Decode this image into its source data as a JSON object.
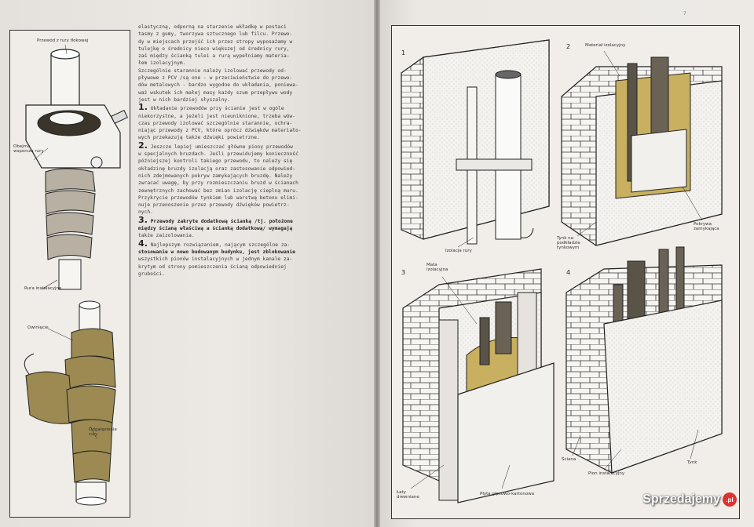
{
  "left_figure": {
    "labels": {
      "top": "Przewód z rury tłokowej",
      "clamp": "Obejma wsporcza rury",
      "pipe": "Rura instalacyjna",
      "insulation": "Owinięcie",
      "bottom": "Odgałęzienie rury"
    }
  },
  "text": {
    "intro": [
      "elastyczną, odporną na starzenie wkładkę w postaci",
      "tasmy z gumy, tworzywa sztucznego lub filcu. Przewo-",
      "dy w miejscach przejść ich przez stropy wyposażamy w",
      "tulejkę o średnicy nieco większej od średnicy rury,",
      "zaś między ścianką tulei a rurą wypełniamy materia-",
      "łem izolacyjnym.",
      "Szczególnie starannie należy izolować przewody od-",
      "pływowe z PCV /są one - w przeciwieństwie do przewo-",
      "dów metalowych - bardzo wygodne do układania, poniewa-",
      "waż wskutek ich małej masy każdy szum przepływu wody",
      "jest w nich bardziej słyszalny."
    ],
    "items": [
      {
        "num": "1.",
        "lines": [
          "Układanie przewodów przy ścianie jest w ogóle",
          "niekorzystne, a jeżeli jest nieuniknione, trzeba wów-",
          "czas przewody izolować szczególnie starannie, ochra-",
          "niając przewody z PCV, które oprócz dźwięków materiało-",
          "wych przekazują także dźwięki powietrzne."
        ]
      },
      {
        "num": "2.",
        "lines": [
          "Jeszcze lepiej umieszczać główne piony przewodów",
          "w specjalnych bruzdach. Jeśli przewidujemy konieczność",
          "późniejszej kontroli takiego przewodu, to należy się",
          "okładzinę bruzdy izolacją oraz zastosowanie odpowied-",
          "nich zdejmowanych pokryw zamykających bruzdę. Należy",
          "zwracać uwagę, by przy rozmieszczaniu bruzd w ścianach",
          "zewnętrznych zachować bez zmian izolację cieplną muru.",
          "Przykrycie przewodów tynkiem lub warstwą betonu elimi-",
          "nuje przenoszenie przez przewody dźwięków powietrz-",
          "nych."
        ]
      },
      {
        "num": "3.",
        "lines": [
          "Przewody zakryte dodatkową ścianką /tj. położone",
          "między ścianą właściwą a ścianką dodatkową/ wymagają",
          "także zaizolowania."
        ]
      },
      {
        "num": "4.",
        "lines": [
          "Najlepszym rozwiązaniem, nającym szczególne za-",
          "stosowanie w nowo budowanym budynku, jest zblokowanie",
          "wszystkich pionów instalacyjnych w jednym kanale za-",
          "krytym od strony pomieszczenia ścianą odpowiedniej",
          "grubości."
        ]
      }
    ]
  },
  "right_figure": {
    "page_number": "7",
    "quadrants": [
      "1",
      "2",
      "3",
      "4"
    ],
    "labels": {
      "q1_bottom": "Izolacja rury",
      "q2_top": "Materiał izolacyjny",
      "q2_plaster": "Tynk na podkładzie tynkowym",
      "q2_cover": "Pokrywa zamykająca",
      "q3_top": "Mata izolacyjna",
      "q3_battens": "Łaty drewniane",
      "q3_board": "Płyta gipsowo-kartonowa",
      "q4_wall": "Ściana",
      "q4_riser": "Pion instalacyjny",
      "q4_plaster": "Tynk"
    }
  },
  "watermark": {
    "text": "Sprzedajemy",
    "badge": ".pl"
  },
  "colors": {
    "paper": "#ebe8e4",
    "insulation": "#c9b060",
    "insulation_dark": "#9e8a44",
    "line": "#2a2a2a"
  }
}
